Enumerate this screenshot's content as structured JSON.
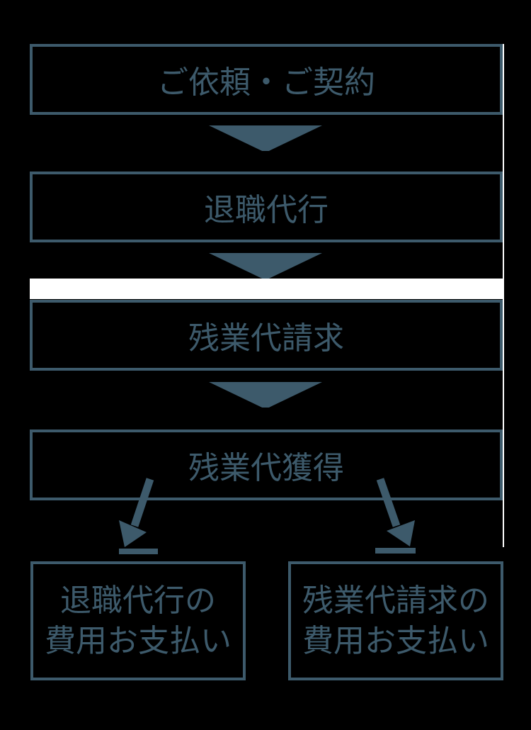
{
  "colors": {
    "background": "#000000",
    "accent_teal": "#3d5a6b",
    "stripe_white": "#ffffff"
  },
  "flow": {
    "steps": [
      {
        "label": "ご依頼・ご契約"
      },
      {
        "label": "退職代行"
      },
      {
        "label": "残業代請求"
      },
      {
        "label": "残業代獲得"
      }
    ],
    "outcomes": [
      {
        "line1": "退職代行の",
        "line2": "費用お支払い"
      },
      {
        "line1": "残業代請求の",
        "line2": "費用お支払い"
      }
    ]
  }
}
